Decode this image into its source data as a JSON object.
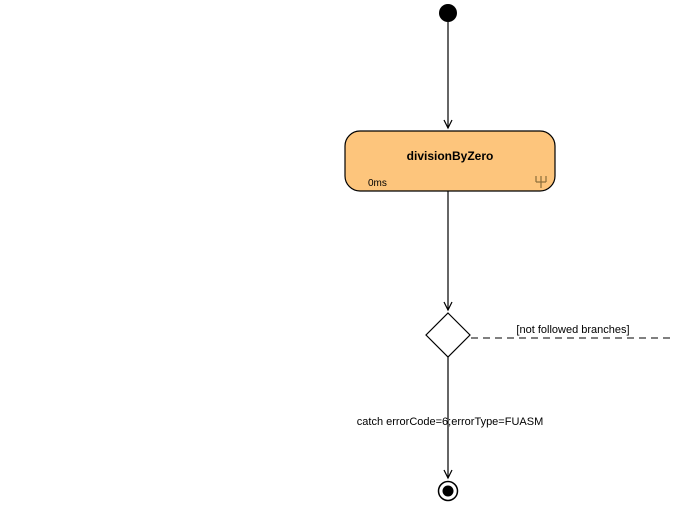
{
  "diagram": {
    "background_color": "#ffffff",
    "initial_node": {
      "color": "#000000"
    },
    "activity_node": {
      "title": "divisionByZero",
      "duration": "0ms",
      "fill_color": "#FDC57C",
      "border_color": "#000000",
      "icon": "rake-icon",
      "icon_color": "#8a6d3b"
    },
    "decision_node": {
      "fill_color": "#ffffff",
      "border_color": "#000000"
    },
    "branch": {
      "label": "[not followed branches]",
      "line_style": "dashed"
    },
    "transition": {
      "catch_label": "catch errorCode=6;errorType=FUASM",
      "catch_color": "#FFA500"
    },
    "final_node": {
      "color": "#000000"
    }
  }
}
